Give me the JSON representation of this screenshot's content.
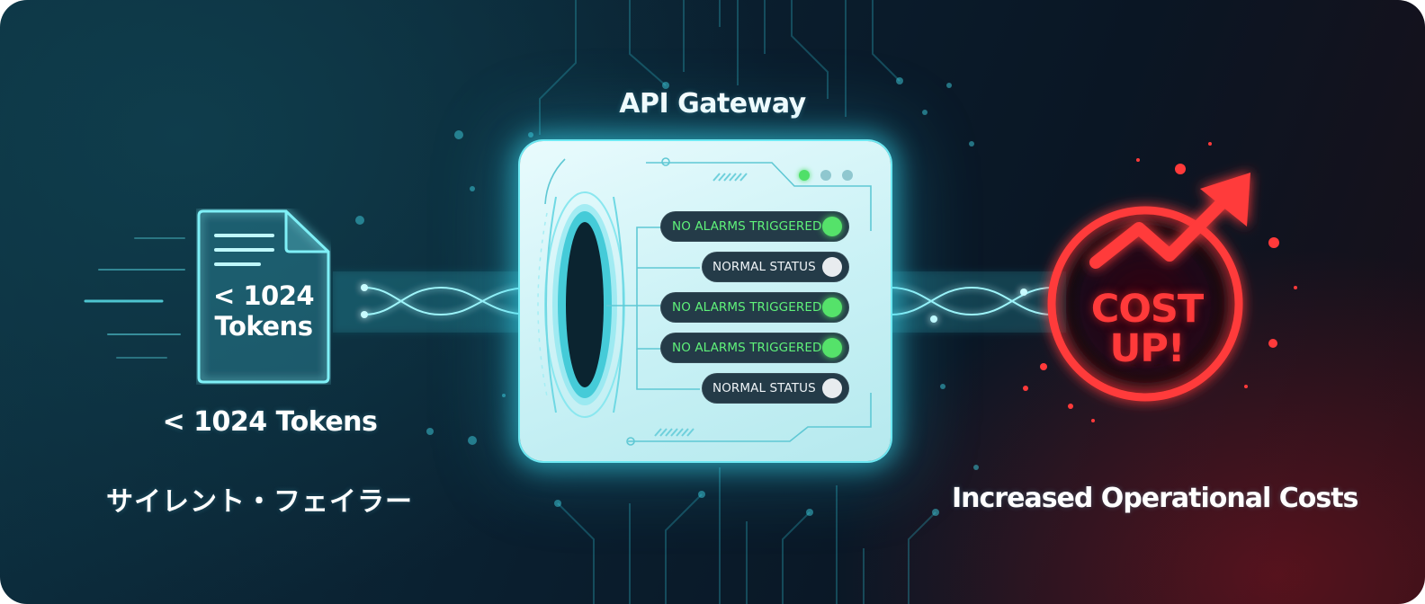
{
  "diagram": {
    "gateway_title": "API Gateway",
    "document_text_line1": "< 1024",
    "document_text_line2": "Tokens",
    "document_caption": "< 1024 Tokens",
    "left_caption": "サイレント・フェイラー",
    "right_caption": "Increased Operational Costs",
    "cost_line1": "COST",
    "cost_line2": "UP!",
    "status_items": [
      {
        "label": "NO ALARMS TRIGGERED",
        "state": "ok"
      },
      {
        "label": "NORMAL STATUS",
        "state": "normal"
      },
      {
        "label": "NO ALARMS TRIGGERED",
        "state": "ok"
      },
      {
        "label": "NO ALARMS TRIGGERED",
        "state": "ok"
      },
      {
        "label": "NORMAL STATUS",
        "state": "normal"
      }
    ]
  },
  "colors": {
    "accent_cyan": "#5fe8f2",
    "alarm_green": "#55e26a",
    "alert_red": "#ff3a3a",
    "pill_bg": "#243b48"
  },
  "icons": [
    "document-icon",
    "gateway-portal-icon",
    "status-dot-icon",
    "trend-up-arrow-icon",
    "led-indicator-icon"
  ]
}
